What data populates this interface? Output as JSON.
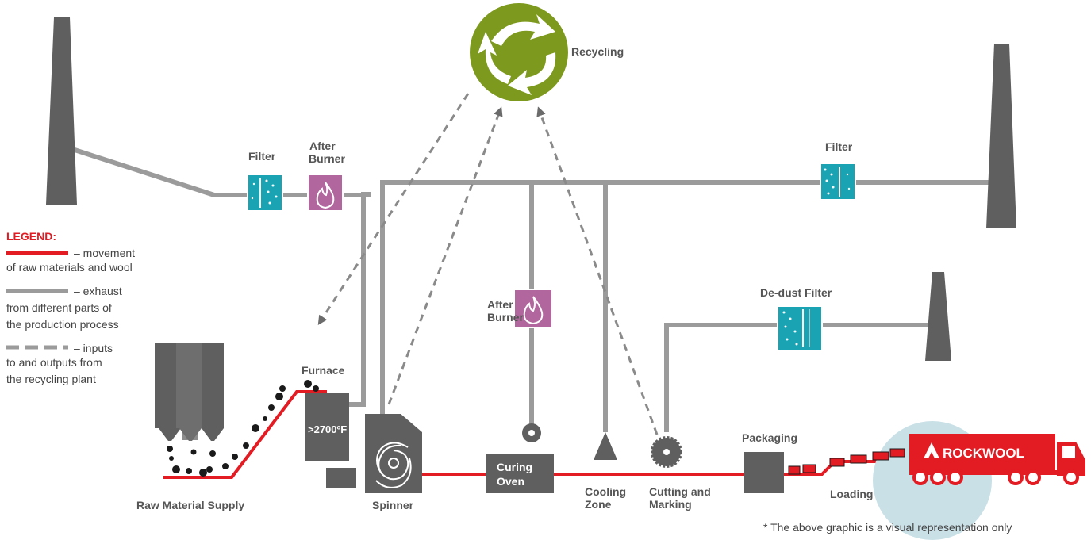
{
  "labels": {
    "recycling": "Recycling",
    "filter_left": "Filter",
    "after_burner_top_1": "After",
    "after_burner_top_2": "Burner",
    "filter_right": "Filter",
    "after_burner_mid_1": "After",
    "after_burner_mid_2": "Burner",
    "dedust_filter": "De-dust Filter",
    "furnace": "Furnace",
    "furnace_temp": ">2700ºF",
    "raw_material_supply": "Raw Material Supply",
    "spinner": "Spinner",
    "curing_oven_1": "Curing",
    "curing_oven_2": "Oven",
    "cooling_zone_1": "Cooling",
    "cooling_zone_2": "Zone",
    "cutting_marking_1": "Cutting and",
    "cutting_marking_2": "Marking",
    "packaging": "Packaging",
    "loading": "Loading",
    "brand": "ROCKWOOL"
  },
  "legend": {
    "title": "LEGEND:",
    "movement_1": "– movement",
    "movement_2": "of raw materials and wool",
    "exhaust_1": "– exhaust",
    "exhaust_2": "from different parts of",
    "exhaust_3": "the production process",
    "inputs_1": "– inputs",
    "inputs_2": "to and outputs from",
    "inputs_3": "the recycling plant"
  },
  "footnote": "* The above graphic is a visual representation only",
  "colors": {
    "material_line": "#e31b23",
    "exhaust_line": "#9b9b9b",
    "machine": "#5f5f5f",
    "filter": "#1aa3b3",
    "after_burner": "#b2669e",
    "recycling": "#7e9a1e",
    "loading_circle": "#c8e0e6"
  },
  "icons": [
    "recycle-icon",
    "flame-icon",
    "filter-icon",
    "spiral-icon",
    "saw-blade-icon",
    "truck-icon",
    "chimney-icon"
  ]
}
